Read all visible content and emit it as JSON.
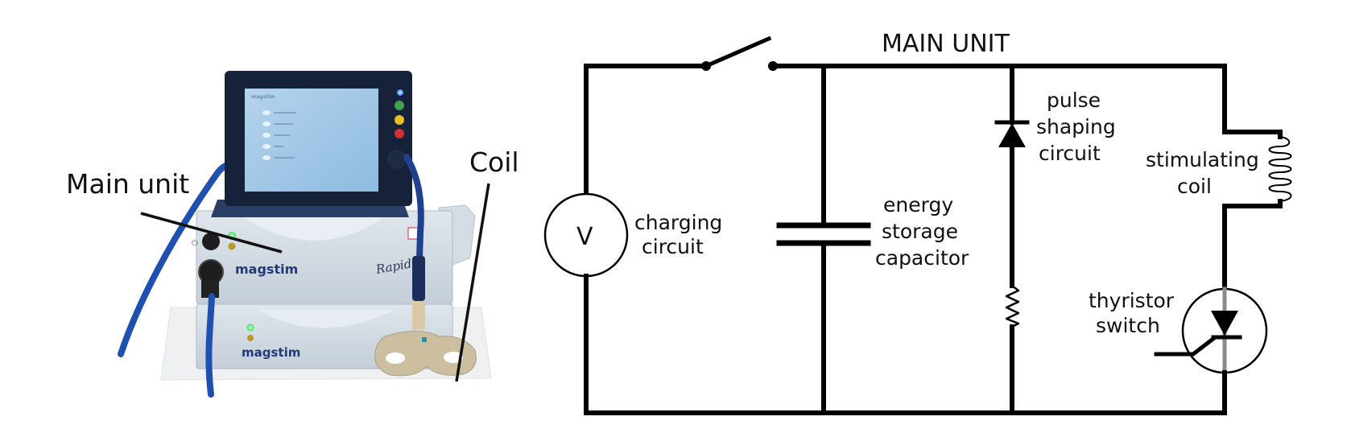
{
  "photo": {
    "labels": {
      "main_unit": "Main unit",
      "coil": "Coil"
    },
    "device": {
      "brand_upper": "magstim",
      "brand_lower": "magstim",
      "model_script": "Rapid",
      "screen_logo": "magstim",
      "screen_menu_items": [
        "",
        "",
        "",
        "",
        ""
      ],
      "status_led_colors": {
        "power": "#3ddc5a",
        "standby": "#b79a2a",
        "panel_blue": "#2f7dff",
        "panel_green": "#3ea34a",
        "panel_yellow": "#e5c020",
        "panel_red": "#d33030"
      },
      "cable_color": "#1f4fb0",
      "coil_color": "#cbbf9f"
    }
  },
  "circuit": {
    "title": "MAIN UNIT",
    "voltage_symbol": "V",
    "components": {
      "charging": [
        "charging",
        "circuit"
      ],
      "capacitor": [
        "energy",
        "storage",
        "capacitor"
      ],
      "pulse_shaping": [
        "pulse",
        "shaping",
        "circuit"
      ],
      "coil": [
        "stimulating",
        "coil"
      ],
      "thyristor": [
        "thyristor",
        "switch"
      ]
    }
  }
}
